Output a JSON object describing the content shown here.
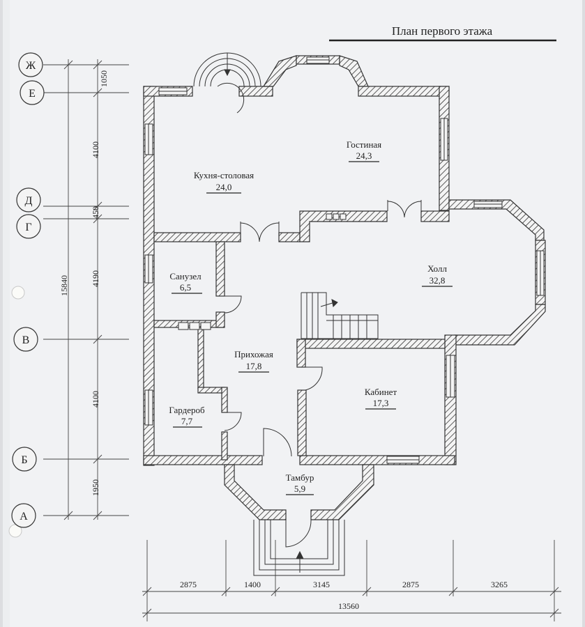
{
  "title": "План первого этажа",
  "axes": [
    {
      "id": "axis-zh",
      "label": "Ж"
    },
    {
      "id": "axis-e",
      "label": "Е"
    },
    {
      "id": "axis-d",
      "label": "Д"
    },
    {
      "id": "axis-g",
      "label": "Г"
    },
    {
      "id": "axis-v",
      "label": "В"
    },
    {
      "id": "axis-b",
      "label": "Б"
    },
    {
      "id": "axis-a",
      "label": "А"
    }
  ],
  "vertical_dims": {
    "d1050": "1050",
    "d4100_top": "4100",
    "d450": "450",
    "d4190": "4190",
    "d4100_bottom": "4100",
    "d1950": "1950",
    "total": "15840"
  },
  "horizontal_dims": {
    "d2875_left": "2875",
    "d1400": "1400",
    "d3145": "3145",
    "d2875_right": "2875",
    "d3265": "3265",
    "total": "13560"
  },
  "rooms": {
    "kitchen": {
      "name": "Кухня-столовая",
      "area": "24,0"
    },
    "living": {
      "name": "Гостиная",
      "area": "24,3"
    },
    "hall": {
      "name": "Холл",
      "area": "32,8"
    },
    "bath": {
      "name": "Санузел",
      "area": "6,5"
    },
    "entry": {
      "name": "Прихожая",
      "area": "17,8"
    },
    "wardrobe": {
      "name": "Гардероб",
      "area": "7,7"
    },
    "office": {
      "name": "Кабинет",
      "area": "17,3"
    },
    "vestibule": {
      "name": "Тамбур",
      "area": "5,9"
    }
  }
}
